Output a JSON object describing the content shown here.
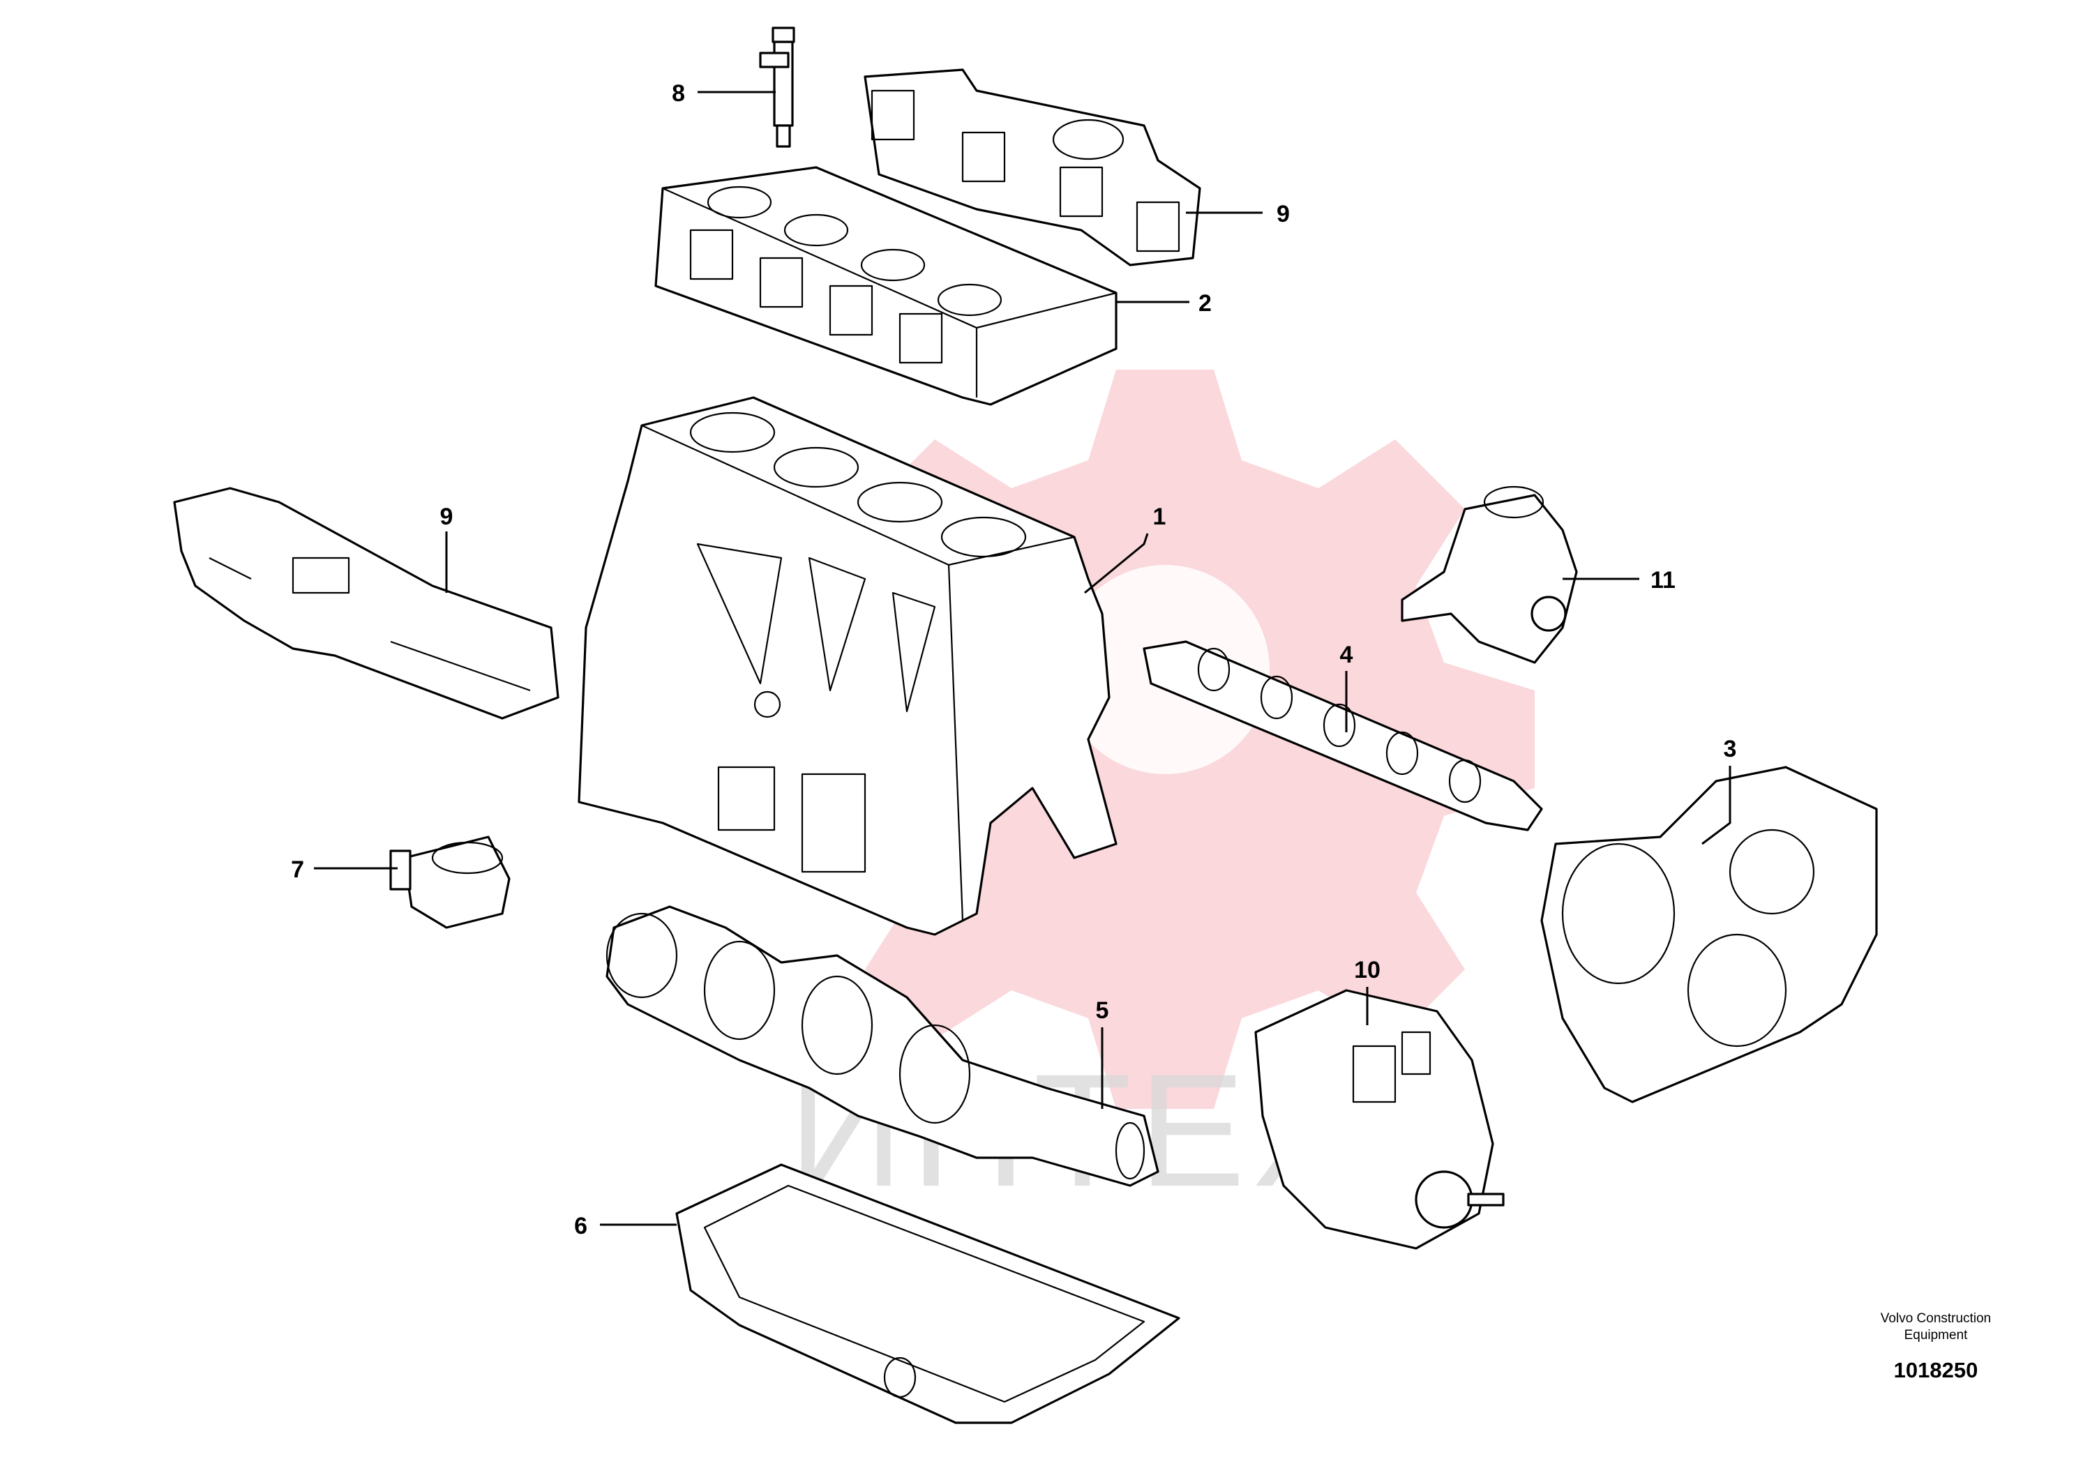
{
  "callouts": [
    {
      "id": "1",
      "part": "cylinder-block"
    },
    {
      "id": "2",
      "part": "cylinder-head"
    },
    {
      "id": "3",
      "part": "timing-gear-case"
    },
    {
      "id": "4",
      "part": "camshaft"
    },
    {
      "id": "5",
      "part": "crankshaft"
    },
    {
      "id": "6",
      "part": "oil-pan"
    },
    {
      "id": "7",
      "part": "oil-cooler"
    },
    {
      "id": "8",
      "part": "injector"
    },
    {
      "id": "9",
      "part": "exhaust-manifold"
    },
    {
      "id": "9",
      "part": "intake-manifold"
    },
    {
      "id": "10",
      "part": "injection-pump"
    },
    {
      "id": "11",
      "part": "water-pump"
    }
  ],
  "credit": {
    "line1": "Volvo Construction",
    "line2": "Equipment",
    "ref": "1018250"
  },
  "watermark": {
    "text": "ИНТЕХ"
  },
  "colors": {
    "watermark_gear": "#f6b8bf",
    "watermark_text": "#d8d8d8",
    "line": "#000000"
  }
}
